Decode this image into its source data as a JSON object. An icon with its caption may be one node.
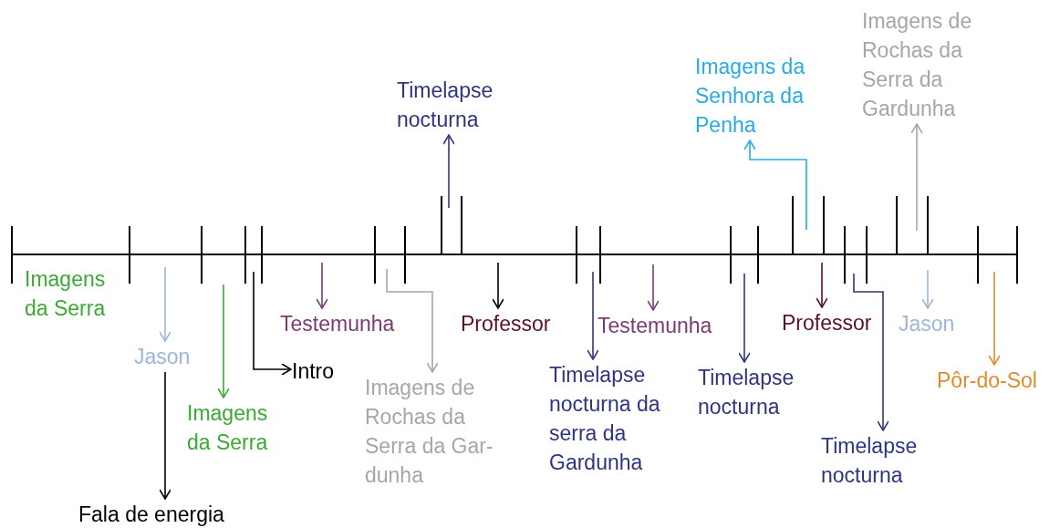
{
  "diagram": {
    "nodes": [
      {
        "text": [
          "Jason"
        ]
      },
      {
        "text": [
          "Fala de energia"
        ]
      },
      {
        "text": [
          "Imagens da Serra"
        ]
      },
      {
        "text": [
          "Intro"
        ]
      },
      {
        "text": [
          "Testemunha"
        ]
      },
      {
        "text": [
          "Imagens de Rochas da Serra da Gar-dunha"
        ]
      },
      {
        "text": [
          "Timelapse nocturna"
        ]
      },
      {
        "text": [
          "Professor"
        ]
      },
      {
        "text": [
          "Timelapse nocturna da serra da Gardunha"
        ]
      },
      {
        "text": [
          "Testemunha"
        ]
      },
      {
        "text": [
          "Timelapse nocturna"
        ]
      },
      {
        "text": [
          "Imagens da Senhora da Penha"
        ]
      },
      {
        "text": [
          "Professor"
        ]
      },
      {
        "text": [
          "Timelapse nocturna"
        ]
      },
      {
        "text": [
          "Imagens de Rochas da Serra da Gardunha"
        ]
      },
      {
        "text": [
          "Jason"
        ]
      },
      {
        "text": [
          "Pôr-do-Sol"
        ]
      }
    ],
    "edges": [
      {
        "from": null,
        "to": 0,
        "arrow": "to",
        "color": "#9db5d8"
      },
      {
        "from": 0,
        "to": 1,
        "arrow": "to",
        "color": "#000000"
      },
      {
        "from": null,
        "to": 2,
        "arrow": "to",
        "color": "#3aaa35"
      },
      {
        "from": null,
        "to": 3,
        "arrow": "to",
        "color": "#000000"
      },
      {
        "from": null,
        "to": 4,
        "arrow": "to",
        "color": "#7a3a72"
      },
      {
        "from": null,
        "to": 5,
        "arrow": "to",
        "color": "#a6a6a6"
      },
      {
        "from": null,
        "to": 6,
        "arrow": "to",
        "color": "#2e3580"
      },
      {
        "from": null,
        "to": 7,
        "arrow": "to",
        "color": "#000000"
      },
      {
        "from": null,
        "to": 8,
        "arrow": "to",
        "color": "#2e3580"
      },
      {
        "from": null,
        "to": 9,
        "arrow": "to",
        "color": "#7a3a72"
      },
      {
        "from": null,
        "to": 10,
        "arrow": "to",
        "color": "#2e3580"
      },
      {
        "from": null,
        "to": 11,
        "arrow": "to",
        "color": "#29abe2"
      },
      {
        "from": null,
        "to": 12,
        "arrow": "to",
        "color": "#5c0f2a"
      },
      {
        "from": null,
        "to": 13,
        "arrow": "to",
        "color": "#2e3580"
      },
      {
        "from": null,
        "to": 14,
        "arrow": "to",
        "color": "#a6a6a6"
      },
      {
        "from": null,
        "to": 15,
        "arrow": "to",
        "color": "#9db5d8"
      },
      {
        "from": null,
        "to": 16,
        "arrow": "to",
        "color": "#e08c2c"
      }
    ],
    "labels": [
      "Imagens da Serra"
    ]
  }
}
